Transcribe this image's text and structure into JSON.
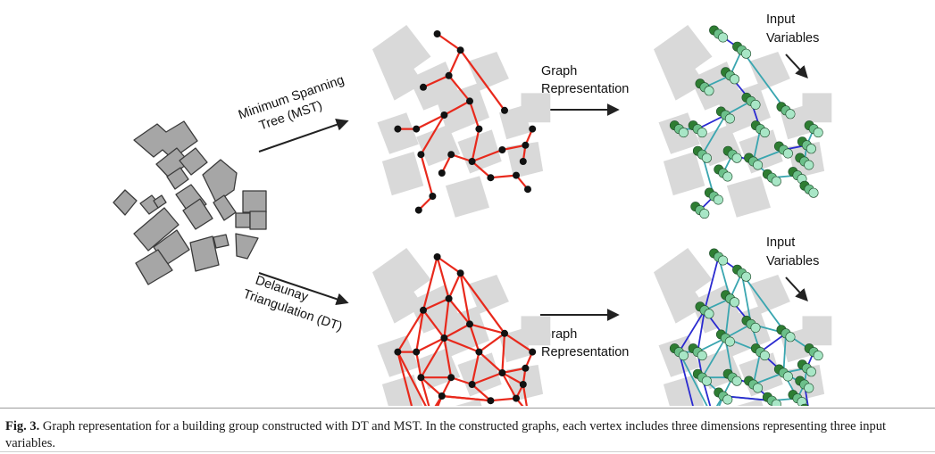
{
  "labels": {
    "mst": "Minimum Spanning Tree (MST)",
    "mst_line1": "Minimum Spanning",
    "mst_line2": "Tree (MST)",
    "dt_line1": "Delaunay",
    "dt_line2": "Triangulation (DT)",
    "graph_rep_line1": "Graph",
    "graph_rep_line2": "Representation",
    "input_vars_line1": "Input",
    "input_vars_line2": "Variables"
  },
  "caption": {
    "label": "Fig. 3.",
    "text": " Graph representation for a building group constructed with DT and MST. In the constructed graphs, each vertex includes three dimensions representing three input variables."
  },
  "colors": {
    "building_fill": "#a6a6a6",
    "building_stroke": "#3a3a3a",
    "footprint_gray": "#d9d9d9",
    "graph_edge_red": "#e8291c",
    "vertex_black": "#111111",
    "dark_green": "#2e7d32",
    "mid_green": "#6cc08a",
    "light_green": "#a8e6c6",
    "edge_blue": "#2a2ad0",
    "edge_teal": "#3aa6b0",
    "arrow": "#222222"
  },
  "icons": {
    "arrow": "right-arrow-icon",
    "vertex": "graph-vertex-icon",
    "feature_stack": "three-feature-vertex-icon"
  }
}
